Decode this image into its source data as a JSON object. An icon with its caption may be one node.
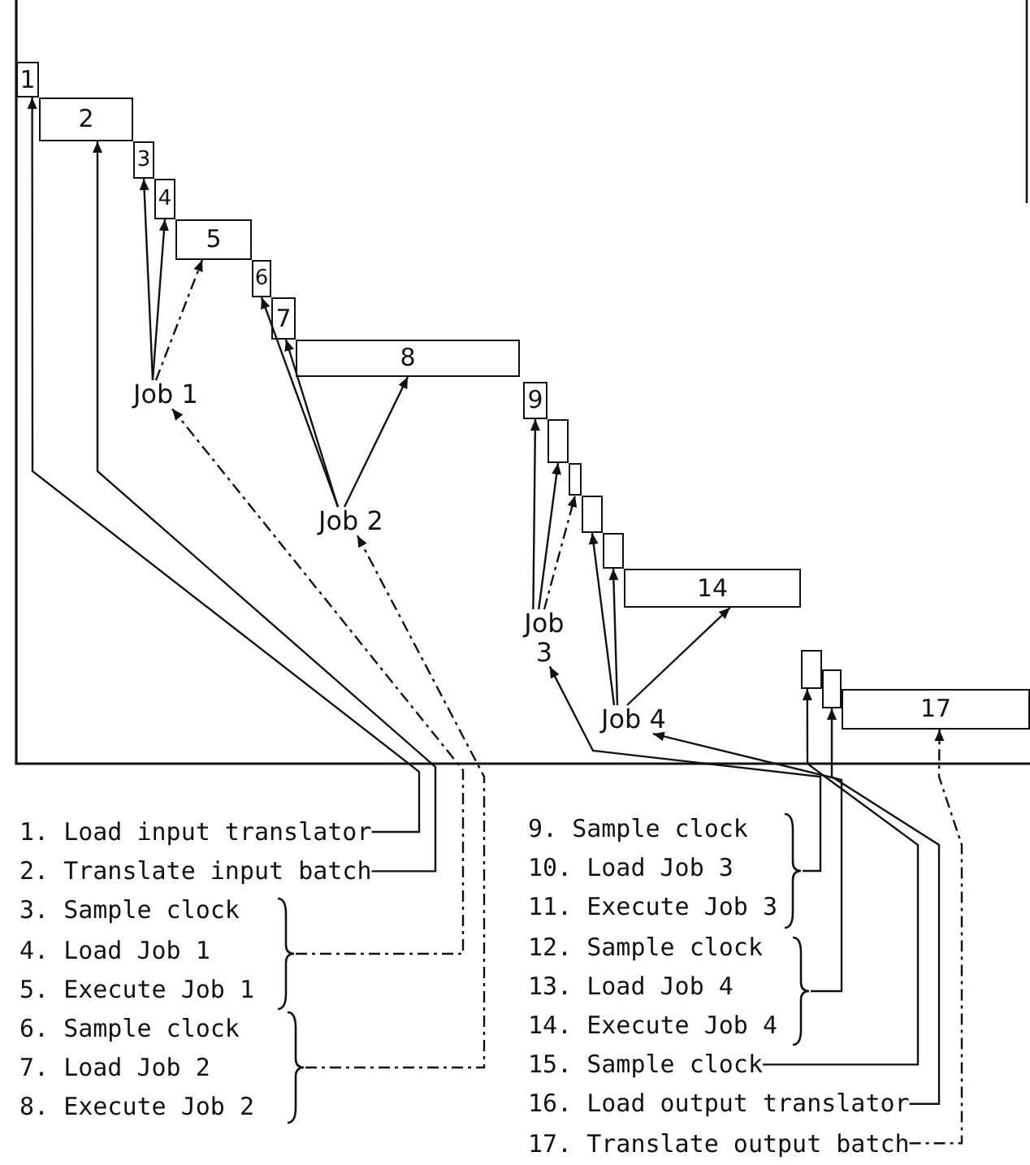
{
  "diagram": {
    "nodes": [
      {
        "text": [
          "1"
        ]
      },
      {
        "text": [
          "2"
        ]
      },
      {
        "text": [
          "3"
        ]
      },
      {
        "text": [
          "4"
        ]
      },
      {
        "text": [
          "5"
        ]
      },
      {
        "text": [
          "6"
        ]
      },
      {
        "text": [
          "7"
        ]
      },
      {
        "text": [
          "8"
        ]
      },
      {
        "text": [
          "9"
        ]
      },
      {
        "text": [],
        "shape": "box"
      },
      {
        "text": [],
        "shape": "box"
      },
      {
        "text": [],
        "shape": "box"
      },
      {
        "text": [],
        "shape": "box"
      },
      {
        "text": [
          "14"
        ]
      },
      {
        "text": [],
        "shape": "box"
      },
      {
        "text": [],
        "shape": "box"
      },
      {
        "text": [
          "17"
        ]
      },
      {
        "text": [
          "Job 1"
        ]
      },
      {
        "text": [
          "Job 2"
        ]
      },
      {
        "text": [
          "Job 3"
        ]
      },
      {
        "text": [
          "Job 4"
        ]
      },
      {
        "text": [
          "1. Load input translator"
        ]
      },
      {
        "text": [
          "2. Translate input batch"
        ]
      },
      {
        "text": [
          "3. Sample clock"
        ]
      },
      {
        "text": [
          "4. Load Job 1"
        ]
      },
      {
        "text": [
          "5. Execute Job 1"
        ]
      },
      {
        "text": [
          "6. Sample clock"
        ]
      },
      {
        "text": [
          "7. Load Job 2"
        ]
      },
      {
        "text": [
          "8. Execute Job 2"
        ]
      },
      {
        "text": [
          "9. Sample clock"
        ]
      },
      {
        "text": [
          "10. Load Job 3"
        ]
      },
      {
        "text": [
          "11. Execute Job 3"
        ]
      },
      {
        "text": [
          "12. Sample clock"
        ]
      },
      {
        "text": [
          "13. Load Job 4"
        ]
      },
      {
        "text": [
          "14. Execute Job 4"
        ]
      },
      {
        "text": [
          "15. Sample clock"
        ]
      },
      {
        "text": [
          "16. Load output translator"
        ]
      },
      {
        "text": [
          "17. Translate output batch"
        ]
      },
      {
        "text": [],
        "shape": "brace"
      },
      {
        "text": [],
        "shape": "brace"
      },
      {
        "text": [],
        "shape": "brace"
      },
      {
        "text": [],
        "shape": "brace"
      }
    ],
    "edges": [
      {
        "from": 17,
        "to": 2,
        "arrow": "to"
      },
      {
        "from": 17,
        "to": 3,
        "arrow": "to"
      },
      {
        "from": 17,
        "to": 4,
        "arrow": "to",
        "style": "dashed"
      },
      {
        "from": 18,
        "to": 5,
        "arrow": "to"
      },
      {
        "from": 18,
        "to": 6,
        "arrow": "to"
      },
      {
        "from": 18,
        "to": 7,
        "arrow": "to"
      },
      {
        "from": 19,
        "to": 8,
        "arrow": "to"
      },
      {
        "from": 19,
        "to": 9,
        "arrow": "to"
      },
      {
        "from": 19,
        "to": 10,
        "arrow": "to",
        "style": "dashed"
      },
      {
        "from": 20,
        "to": 11,
        "arrow": "to"
      },
      {
        "from": 20,
        "to": 12,
        "arrow": "to"
      },
      {
        "from": 20,
        "to": 13,
        "arrow": "to"
      },
      {
        "from": 21,
        "to": 0,
        "arrow": "to"
      },
      {
        "from": 22,
        "to": 1,
        "arrow": "to"
      },
      {
        "from": 38,
        "to": 17,
        "arrow": "to",
        "style": "dashed"
      },
      {
        "from": 39,
        "to": 18,
        "arrow": "to",
        "style": "dashed"
      },
      {
        "from": 40,
        "to": 19,
        "arrow": "to"
      },
      {
        "from": 41,
        "to": 20,
        "arrow": "to"
      },
      {
        "from": 35,
        "to": 14,
        "arrow": "to"
      },
      {
        "from": 36,
        "to": 15,
        "arrow": "to"
      },
      {
        "from": 37,
        "to": 16,
        "arrow": "to",
        "style": "dashed"
      }
    ]
  }
}
